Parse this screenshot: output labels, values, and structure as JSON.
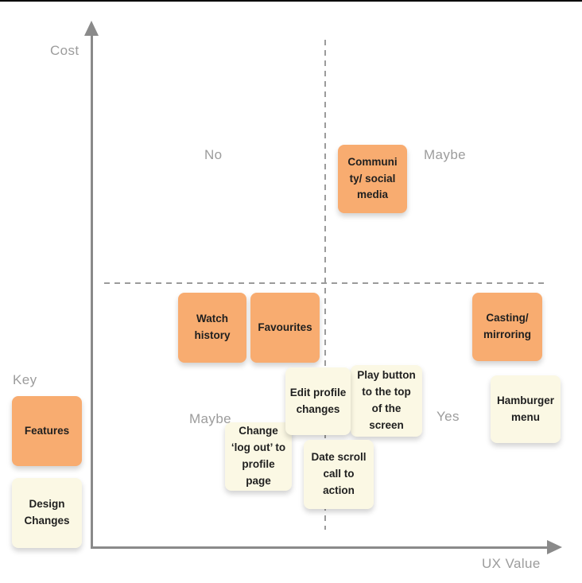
{
  "colors": {
    "feature_note": "#F8AC70",
    "design_note": "#FBF8E4",
    "axis": "#8A8A8A",
    "dashed_line": "#9B9B9B",
    "label_text": "#9C9C9C",
    "note_text": "#1F1F1F",
    "top_border": "#000000"
  },
  "axes": {
    "y_label": "Cost",
    "x_label": "UX Value"
  },
  "quadrant_labels": {
    "top_left": "No",
    "top_right": "Maybe",
    "bottom_left": "Maybe",
    "bottom_right": "Yes"
  },
  "key": {
    "title": "Key",
    "features_label": "Features",
    "design_changes_label": "Design\nChanges"
  },
  "notes": {
    "community": {
      "label": "Communi\nty/ social\nmedia",
      "type": "feature"
    },
    "watch_history": {
      "label": "Watch\nhistory",
      "type": "feature"
    },
    "favourites": {
      "label": "Favourites",
      "type": "feature"
    },
    "casting": {
      "label": "Casting/\nmirroring",
      "type": "feature"
    },
    "edit_profile": {
      "label": "Edit profile\nchanges",
      "type": "design-change"
    },
    "play_button": {
      "label": "Play button\nto the top\nof the\nscreen",
      "type": "design-change"
    },
    "hamburger": {
      "label": "Hamburger\nmenu",
      "type": "design-change"
    },
    "change_logout": {
      "label": "Change\n‘log out’ to\nprofile\npage",
      "type": "design-change"
    },
    "date_scroll": {
      "label": "Date scroll\ncall to\naction",
      "type": "design-change"
    }
  }
}
